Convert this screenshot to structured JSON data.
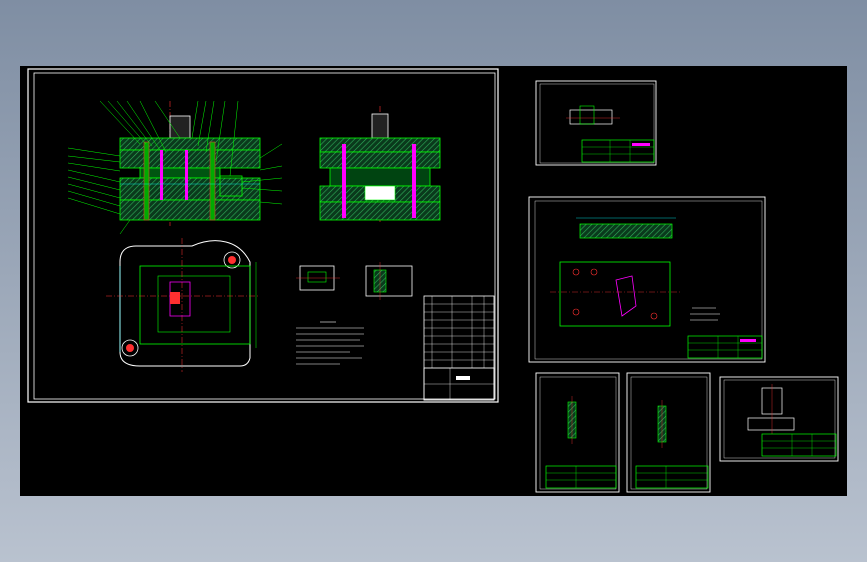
{
  "app": {
    "background_color": "#000000",
    "frame_color": "#ffffff",
    "part_color": "#00ff00",
    "hatch_color": "#2e8b57",
    "centerline_color": "#ff3030",
    "dimension_color": "#00ffff",
    "accent_color": "#ff00ff"
  },
  "sheets": [
    {
      "id": "assembly-sheet",
      "kind": "assembly drawing"
    },
    {
      "id": "detail-sheet-1",
      "kind": "part drawing"
    },
    {
      "id": "detail-sheet-2",
      "kind": "part drawing"
    },
    {
      "id": "detail-sheet-3",
      "kind": "part drawing"
    },
    {
      "id": "detail-sheet-4",
      "kind": "part drawing"
    },
    {
      "id": "detail-sheet-5",
      "kind": "part drawing"
    }
  ]
}
